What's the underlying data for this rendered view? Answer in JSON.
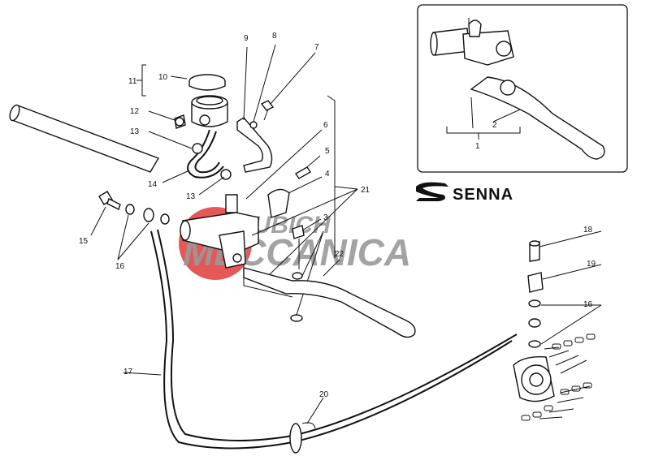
{
  "diagram": {
    "brand_logo_text": "SENNA",
    "watermark": {
      "line1": "RUBICH",
      "line2": "MECCANICA",
      "color_text": "#9a9a9a",
      "color_circle": "#e23b3b"
    },
    "callouts": {
      "c1": "1",
      "c2": "2",
      "c3": "3",
      "c4": "4",
      "c5": "5",
      "c6": "6",
      "c7": "7",
      "c8": "8",
      "c9": "9",
      "c10": "10",
      "c11": "11",
      "c12": "12",
      "c13a": "13",
      "c13b": "13",
      "c14": "14",
      "c15": "15",
      "c16a": "16",
      "c16b": "16",
      "c17": "17",
      "c18": "18",
      "c19": "19",
      "c20": "20",
      "c21": "21",
      "c22": "22"
    }
  }
}
